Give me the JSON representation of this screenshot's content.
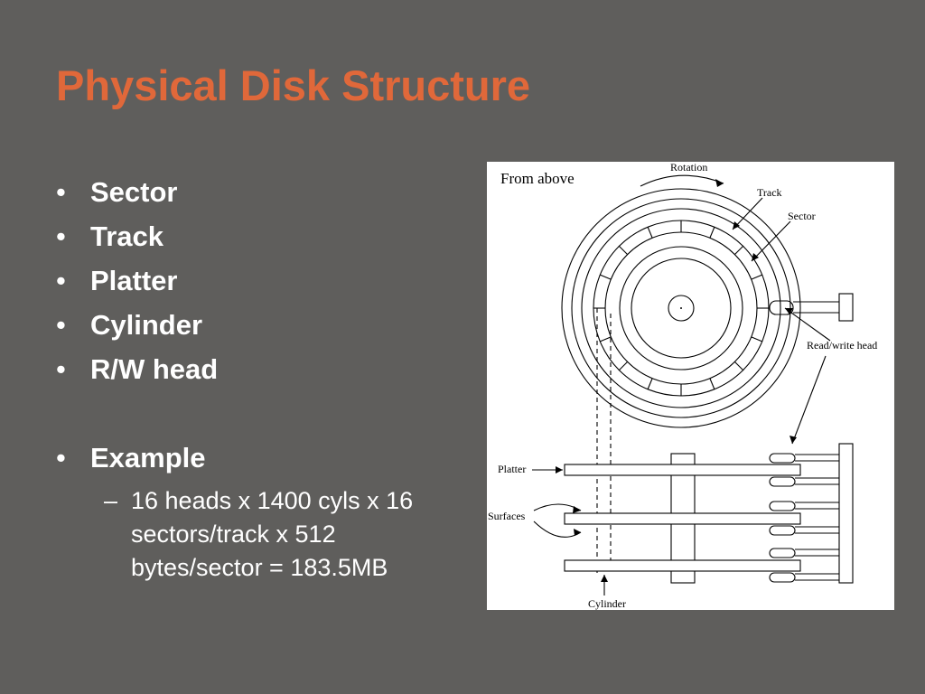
{
  "slide": {
    "title": "Physical Disk Structure",
    "bullets": [
      "Sector",
      "Track",
      "Platter",
      "Cylinder",
      "R/W head"
    ],
    "example": {
      "label": "Example",
      "detail": "16 heads x 1400 cyls x 16 sectors/track x 512 bytes/sector = 183.5MB"
    },
    "bullet_glyph": "•",
    "dash_glyph": "–"
  },
  "diagram": {
    "from_above": "From above",
    "rotation": "Rotation",
    "track": "Track",
    "sector": "Sector",
    "rw_head": "Read/write head",
    "platter": "Platter",
    "surfaces": "Surfaces",
    "cylinder": "Cylinder"
  },
  "colors": {
    "background": "#5f5e5c",
    "title": "#e0683a",
    "text": "#ffffff"
  }
}
